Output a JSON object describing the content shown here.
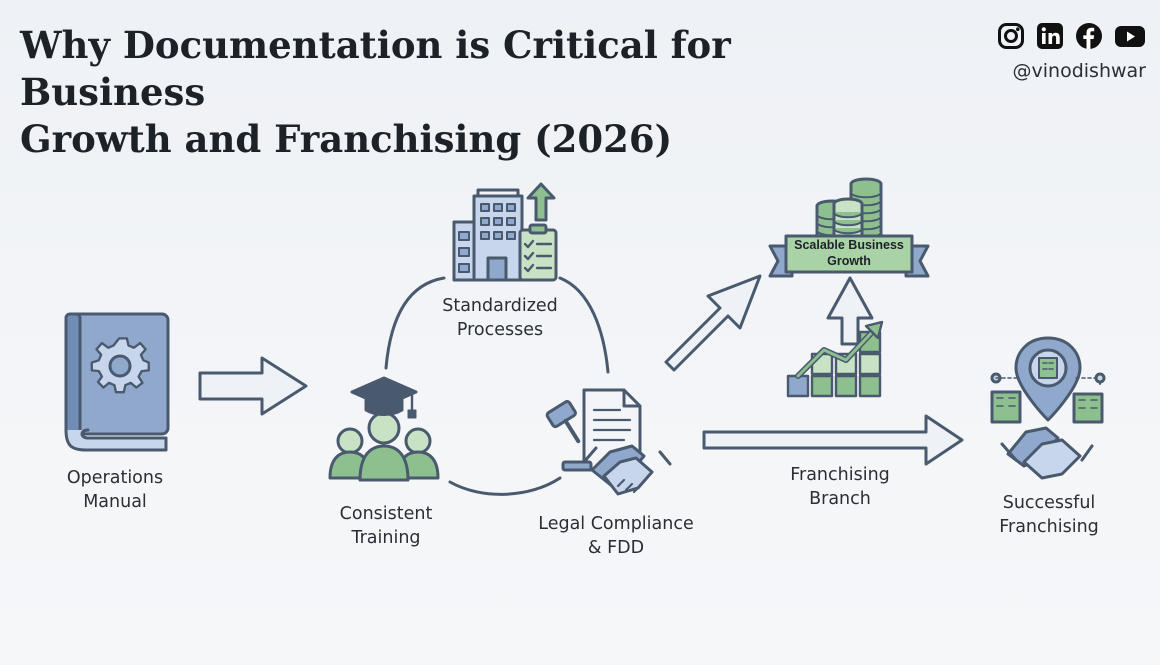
{
  "header": {
    "title_line1": "Why Documentation is Critical for Business",
    "title_line2": "Growth and Franchising (2026)",
    "handle": "@vinodishwar",
    "social_icons": [
      "instagram-icon",
      "linkedin-icon",
      "facebook-icon",
      "youtube-icon"
    ]
  },
  "nodes": {
    "operations_manual": {
      "line1": "Operations",
      "line2": "Manual"
    },
    "standardized_processes": {
      "line1": "Standardized",
      "line2": "Processes"
    },
    "consistent_training": {
      "line1": "Consistent",
      "line2": "Training"
    },
    "legal_compliance": {
      "line1": "Legal Compliance",
      "line2": "& FDD"
    },
    "scalable_growth": {
      "line1": "Scalable Business",
      "line2": "Growth"
    },
    "franchising_branch": {
      "line1": "Franchising",
      "line2": "Branch"
    },
    "successful_franchising": {
      "line1": "Successful",
      "line2": "Franchising"
    }
  },
  "colors": {
    "outline": "#4a5a6e",
    "blue": "#8fa8cc",
    "blue_light": "#c7d6ea",
    "green": "#8dbf8f",
    "green_light": "#c9e2c5",
    "banner_green": "#a9d3a6"
  }
}
